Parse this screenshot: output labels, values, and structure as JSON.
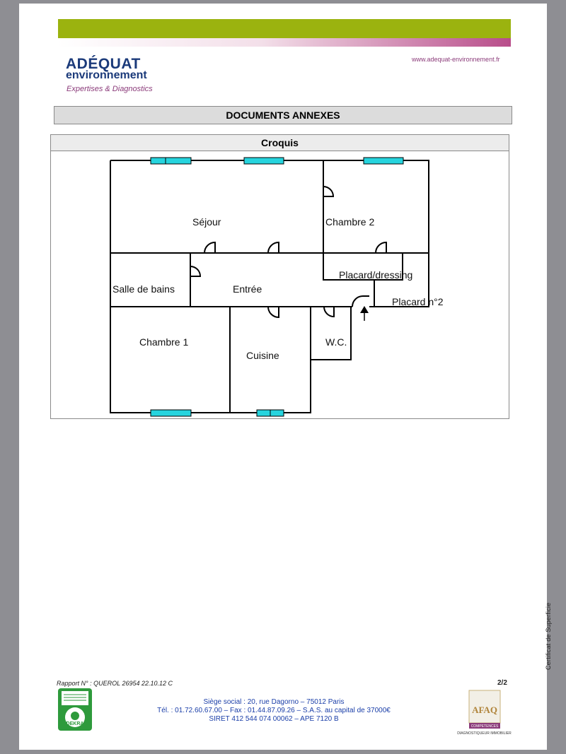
{
  "header": {
    "logo_line1": "ADÉQUAT",
    "logo_line2": "environnement",
    "logo_line3": "Expertises & Diagnostics",
    "website": "www.adequat-environnement.fr"
  },
  "section_title": "DOCUMENTS ANNEXES",
  "croquis": {
    "title": "Croquis",
    "rooms": {
      "sejour": "Séjour",
      "chambre2": "Chambre 2",
      "salle_de_bains": "Salle de bains",
      "entree": "Entrée",
      "placard_dressing": "Placard/dressing",
      "placard2": "Placard n°2",
      "chambre1": "Chambre 1",
      "cuisine": "Cuisine",
      "wc": "W.C."
    }
  },
  "side_label": "Certificat de Superficie",
  "footer": {
    "report_ref": "Rapport N° : QUEROL 26954 22.10.12 C",
    "page": "2/2",
    "line1": "Siège social : 20, rue Dagorno – 75012 Paris",
    "line2": "Tél. : 01.72.60.67.00 – Fax : 01.44.87.09.26 – S.A.S. au capital de 37000€",
    "line3": "SIRET 412 544 074 00062 – APE 7120 B"
  },
  "badges": {
    "dekra": "DEKRA",
    "afaq_letters": "AFAQ",
    "afaq_sub": "COMPETENCES",
    "afaq_caption": "DIAGNOSTIQUEUR IMMOBILIER"
  },
  "colors": {
    "green_bar": "#9bb30f",
    "brand_blue": "#1b3a7a",
    "brand_purple": "#8b3b7a",
    "window_cyan": "#26d4de",
    "footer_blue": "#1a3ea8"
  }
}
